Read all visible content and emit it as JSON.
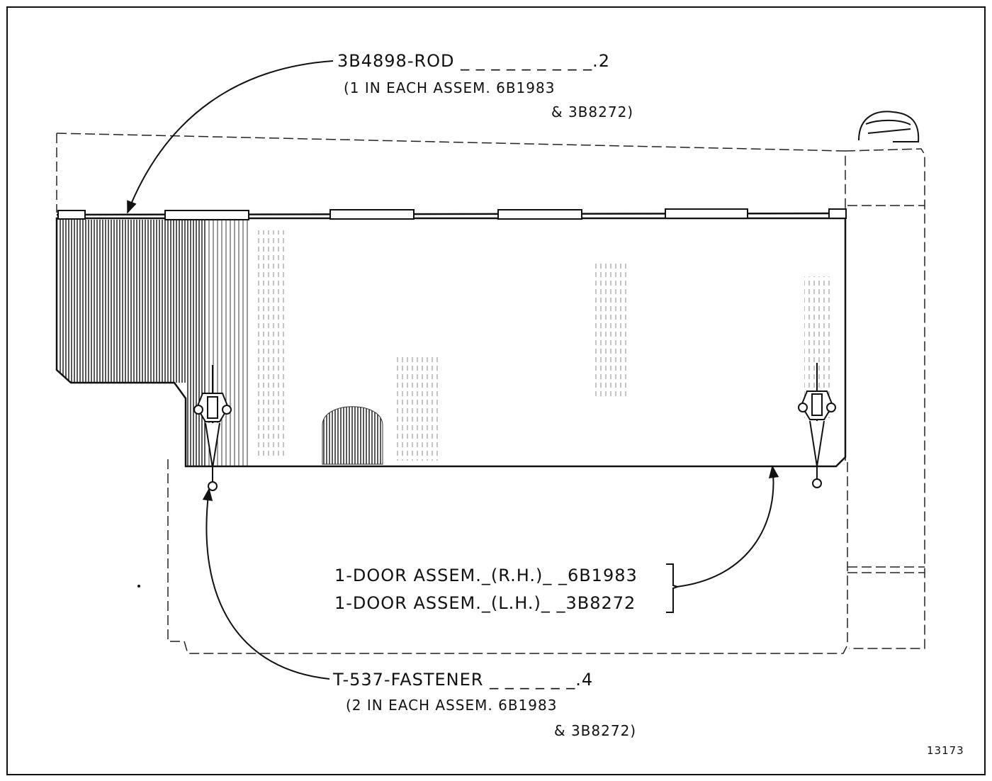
{
  "callouts": {
    "rod": {
      "main": "3B4898-ROD _ _ _ _ _ _ _ _ _.2",
      "note_line1": "(1 IN EACH ASSEM. 6B1983",
      "note_line2": "& 3B8272)"
    },
    "door": {
      "line1": "1-DOOR ASSEM._(R.H.)_ _6B1983",
      "line2": "1-DOOR ASSEM._(L.H.)_ _3B8272"
    },
    "fastener": {
      "main": "T-537-FASTENER _ _ _ _ _ _.4",
      "note_line1": "(2 IN EACH ASSEM. 6B1983",
      "note_line2": "& 3B8272)"
    }
  },
  "figure_number": "13173",
  "colors": {
    "ink": "#111111",
    "paper": "#ffffff"
  }
}
